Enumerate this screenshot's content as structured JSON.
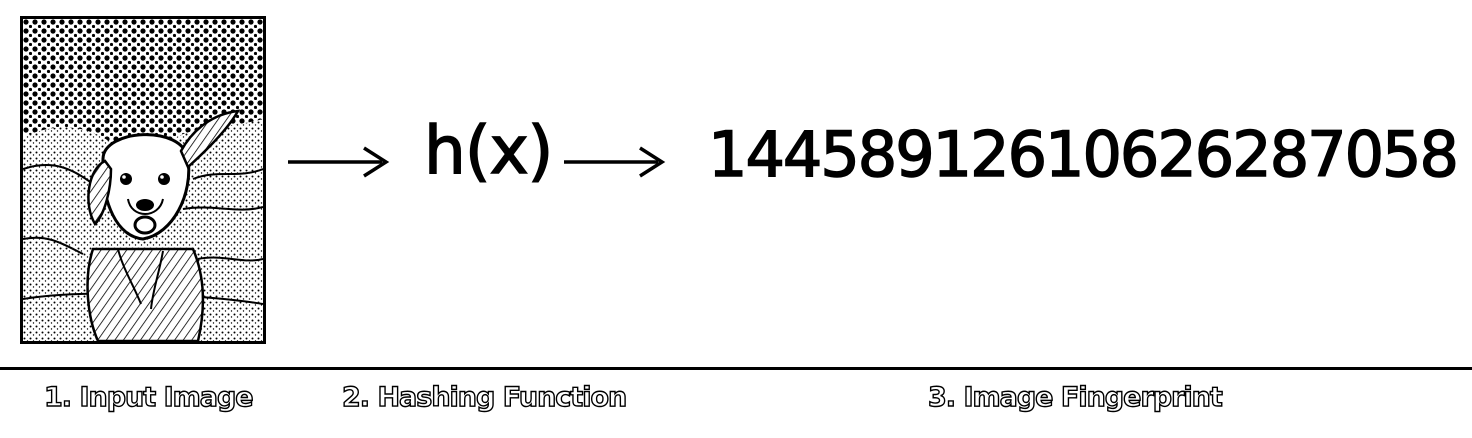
{
  "diagram": {
    "input_image": {
      "subject": "dog photo",
      "icon": "dog-photo"
    },
    "hash_function_text": "h(x)",
    "fingerprint_value": "14458912610626287058",
    "steps": [
      {
        "label": "1. Input Image"
      },
      {
        "label": "2. Hashing Function"
      },
      {
        "label": "3. Image Fingerprint"
      }
    ]
  }
}
